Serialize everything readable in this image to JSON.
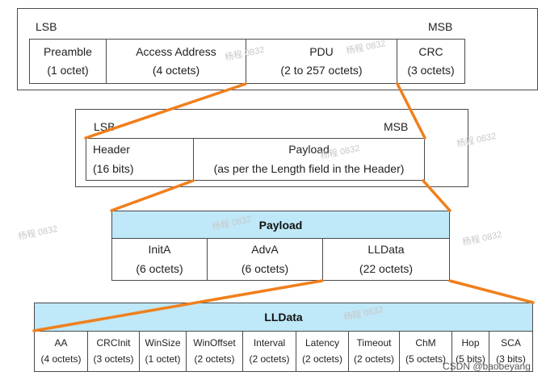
{
  "colors": {
    "connector": "#f07f1c",
    "header_fill": "#bfe8f8",
    "border": "#4a4a4a"
  },
  "top": {
    "lsb": "LSB",
    "msb": "MSB",
    "fields": [
      {
        "name": "Preamble",
        "size": "(1 octet)"
      },
      {
        "name": "Access Address",
        "size": "(4 octets)"
      },
      {
        "name": "PDU",
        "size": "(2 to 257 octets)"
      },
      {
        "name": "CRC",
        "size": "(3 octets)"
      }
    ]
  },
  "pdu": {
    "lsb": "LSB",
    "msb": "MSB",
    "fields": [
      {
        "name": "Header",
        "size": "(16 bits)"
      },
      {
        "name": "Payload",
        "size": "(as per the Length field in the Header)"
      }
    ]
  },
  "payload": {
    "title": "Payload",
    "fields": [
      {
        "name": "InitA",
        "size": "(6 octets)"
      },
      {
        "name": "AdvA",
        "size": "(6 octets)"
      },
      {
        "name": "LLData",
        "size": "(22 octets)"
      }
    ]
  },
  "lldata": {
    "title": "LLData",
    "fields": [
      {
        "name": "AA",
        "size": "(4 octets)"
      },
      {
        "name": "CRCInit",
        "size": "(3 octets)"
      },
      {
        "name": "WinSize",
        "size": "(1 octet)"
      },
      {
        "name": "WinOffset",
        "size": "(2 octets)"
      },
      {
        "name": "Interval",
        "size": "(2 octets)"
      },
      {
        "name": "Latency",
        "size": "(2 octets)"
      },
      {
        "name": "Timeout",
        "size": "(2 octets)"
      },
      {
        "name": "ChM",
        "size": "(5 octets)"
      },
      {
        "name": "Hop",
        "size": "(5 bits)"
      },
      {
        "name": "SCA",
        "size": "(3 bits)"
      }
    ]
  },
  "watermarks": [
    "杨程 0832",
    "杨程 0832",
    "杨程 0832",
    "杨程 0832",
    "杨程 0832",
    "杨程 0832",
    "杨程 0832",
    "杨程 0832"
  ],
  "credit": "CSDN @baobeyang"
}
